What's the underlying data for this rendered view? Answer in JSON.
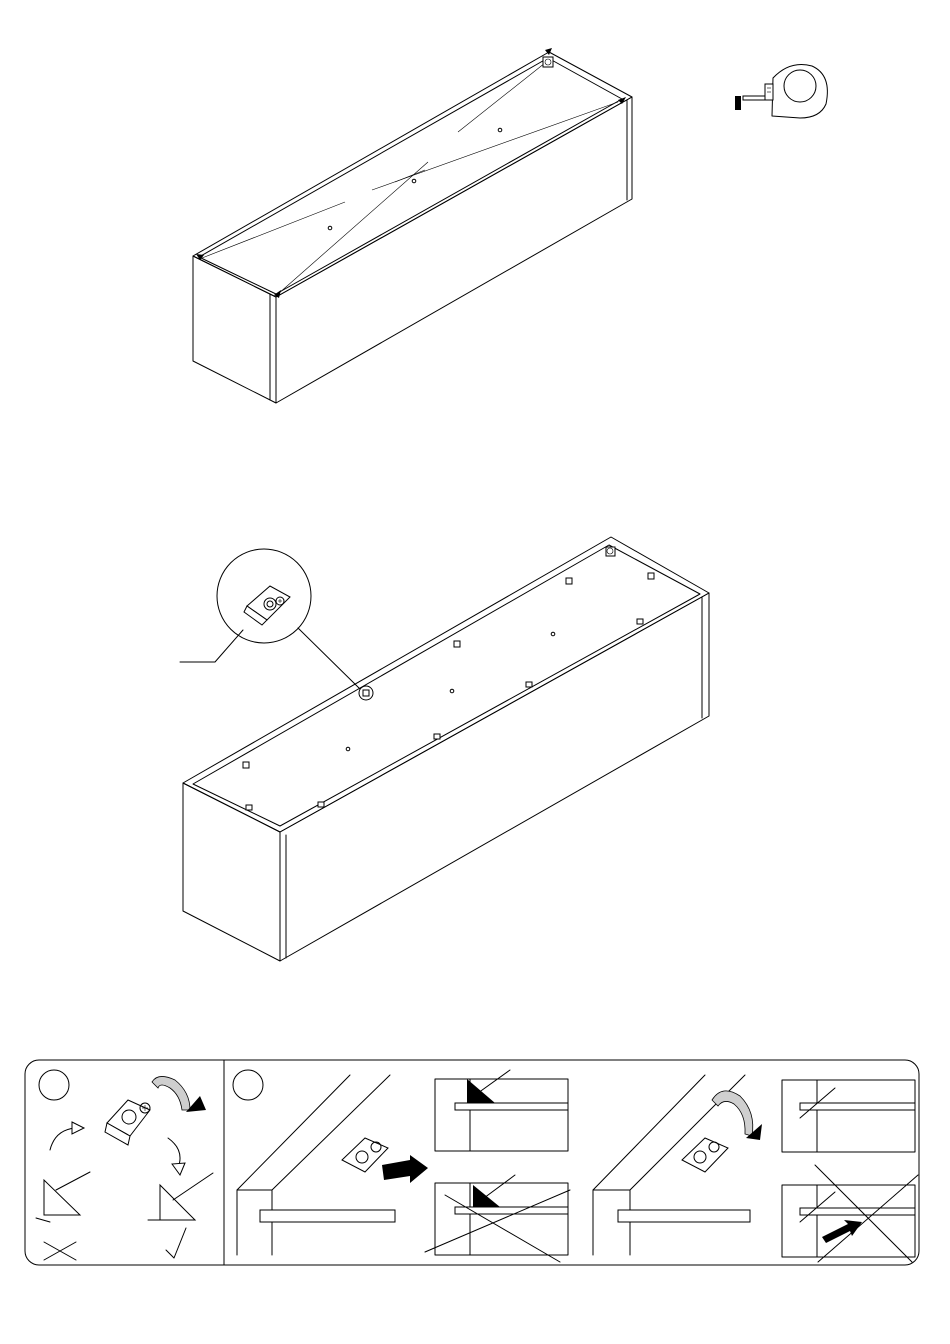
{
  "figure": {
    "steps": [
      {
        "id": "step-1",
        "description_visible": false
      },
      {
        "id": "step-2",
        "description_visible": false
      }
    ],
    "tool": "tape-measure-icon",
    "panel": {
      "sections": 2,
      "correct_mark": "check-icon",
      "wrong_mark": "cross-icon"
    },
    "colors": {
      "line": "#000000",
      "background": "#ffffff",
      "shade": "#cfcfcf"
    }
  }
}
